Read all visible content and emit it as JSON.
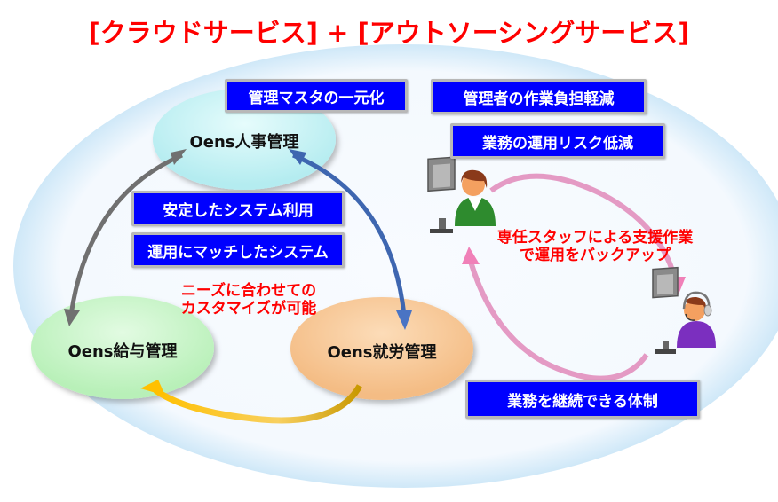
{
  "title": "[クラウドサービス] + [アウトソーシングサービス]",
  "colors": {
    "title": "#ff0000",
    "box_fill": "#0000ff",
    "box_border": "#b8b8b8",
    "note": "#ff0000",
    "jinji": "#c8f4f4",
    "kyuyo": "#c8f4c8",
    "shuro": "#f8c898",
    "arrow_gray": "#707070",
    "arrow_blue": "#3e66b0",
    "arrow_gold": "#e8b000",
    "arrow_pink": "#e080b0"
  },
  "cloud": {
    "modules": {
      "jinji": "Oens人事管理",
      "kyuyo": "Oens給与管理",
      "shuro": "Oens就労管理"
    },
    "benefits": [
      "管理マスタの一元化",
      "安定したシステム利用",
      "運用にマッチしたシステム"
    ],
    "note_lines": [
      "ニーズに合わせての",
      "カスタマイズが可能"
    ]
  },
  "outsourcing": {
    "benefits": [
      "管理者の作業負担軽減",
      "業務の運用リスク低減",
      "業務を継続できる体制"
    ],
    "note_lines": [
      "専任スタッフによる支援作業",
      "で運用をバックアップ"
    ],
    "actors": [
      "client-user",
      "support-staff-headset"
    ]
  }
}
